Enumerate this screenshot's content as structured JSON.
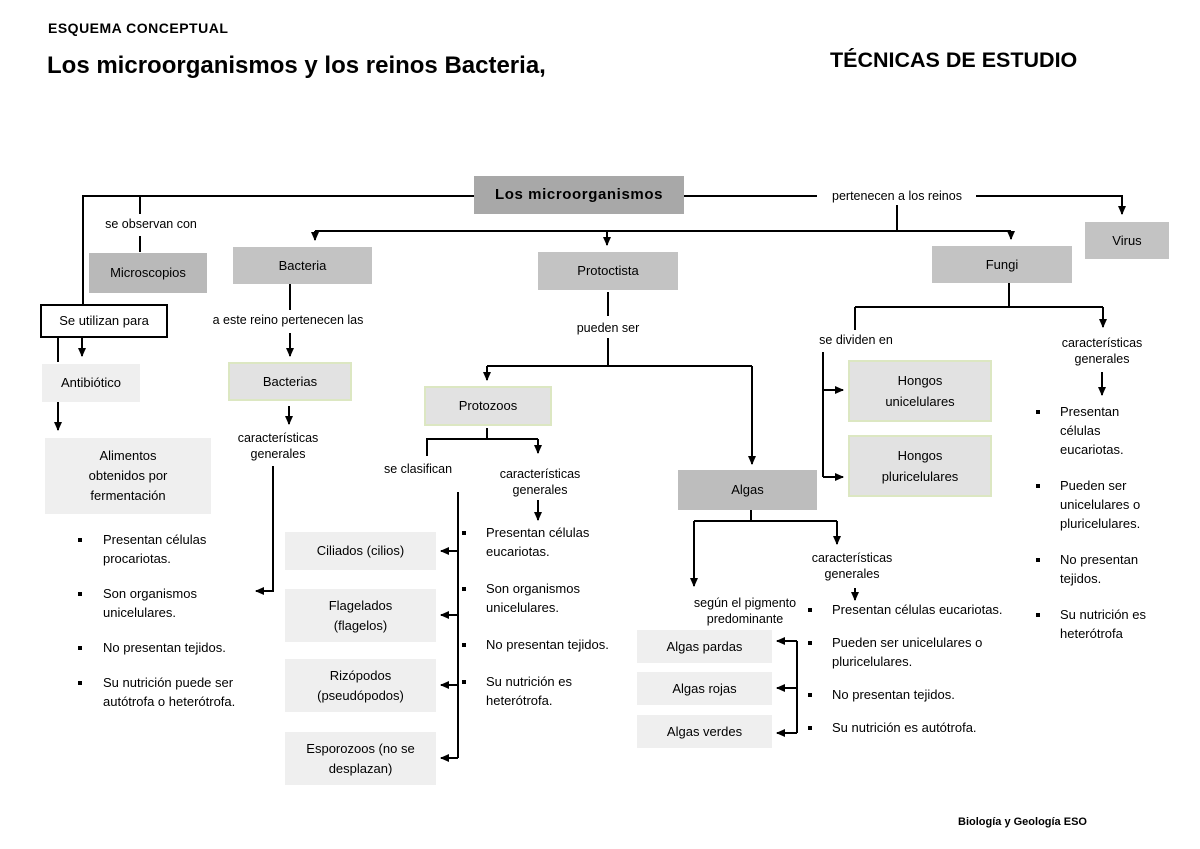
{
  "header": {
    "eyebrow": "ESQUEMA CONCEPTUAL",
    "title": "Los microorganismos y los reinos Bacteria,",
    "study_title": "TÉCNICAS DE ESTUDIO"
  },
  "footer": {
    "credit": "Biología y Geología ESO"
  },
  "colors": {
    "box-root": "#a8a8a8",
    "box-kingdom": "#c3c3c3",
    "box-microscopios": "#b9b9b9",
    "box-algas": "#bdbdbd",
    "box-light": "#efefef",
    "box-soft": "#e2e2e2",
    "pale-border": "#dce7c2",
    "line": "#000000"
  },
  "nodes": {
    "root": "Los microorganismos",
    "microscopios": "Microscopios",
    "se_utilizan_para": "Se utilizan para",
    "antibiotico": "Antibiótico",
    "alimentos": "Alimentos obtenidos por fermentación",
    "bacteria": "Bacteria",
    "protoctista": "Protoctista",
    "fungi": "Fungi",
    "virus": "Virus",
    "bacterias": "Bacterias",
    "protozoos": "Protozoos",
    "algas": "Algas",
    "ciliados": "Ciliados (cilios)",
    "flagelados": "Flagelados (flagelos)",
    "rizopodos": "Rizópodos (pseudópodos)",
    "esporozoos": "Esporozoos (no se desplazan)",
    "algas_pardas": "Algas pardas",
    "algas_rojas": "Algas rojas",
    "algas_verdes": "Algas verdes",
    "hongos_unicelulares": "Hongos unicelulares",
    "hongos_pluricelulares": "Hongos pluricelulares"
  },
  "connectors": {
    "se_observan_con": "se observan con",
    "pertenecen_reinos": "pertenecen a los reinos",
    "a_este_reino": "a este reino pertenecen las",
    "caracteristicas_generales": "características generales",
    "pueden_ser": "pueden ser",
    "se_clasifican": "se clasifican",
    "segun_pigmento": "según el pigmento predominante",
    "se_dividen_en": "se dividen en"
  },
  "lists": {
    "bacterias": [
      "Presentan células procariotas.",
      "Son organismos unicelulares.",
      "No presentan tejidos.",
      "Su nutrición puede ser autótrofa o heterótrofa."
    ],
    "protozoos": [
      "Presentan células eucariotas.",
      "Son organismos unicelulares.",
      "No presentan tejidos.",
      "Su nutrición es heterótrofa."
    ],
    "algas": [
      "Presentan células eucariotas.",
      "Pueden ser unicelulares o pluricelulares.",
      "No presentan tejidos.",
      "Su nutrición es autótrofa."
    ],
    "fungi": [
      "Presentan células eucariotas.",
      "Pueden ser unicelulares o pluricelulares.",
      "No presentan tejidos.",
      "Su nutrición es heterótrofa"
    ]
  }
}
